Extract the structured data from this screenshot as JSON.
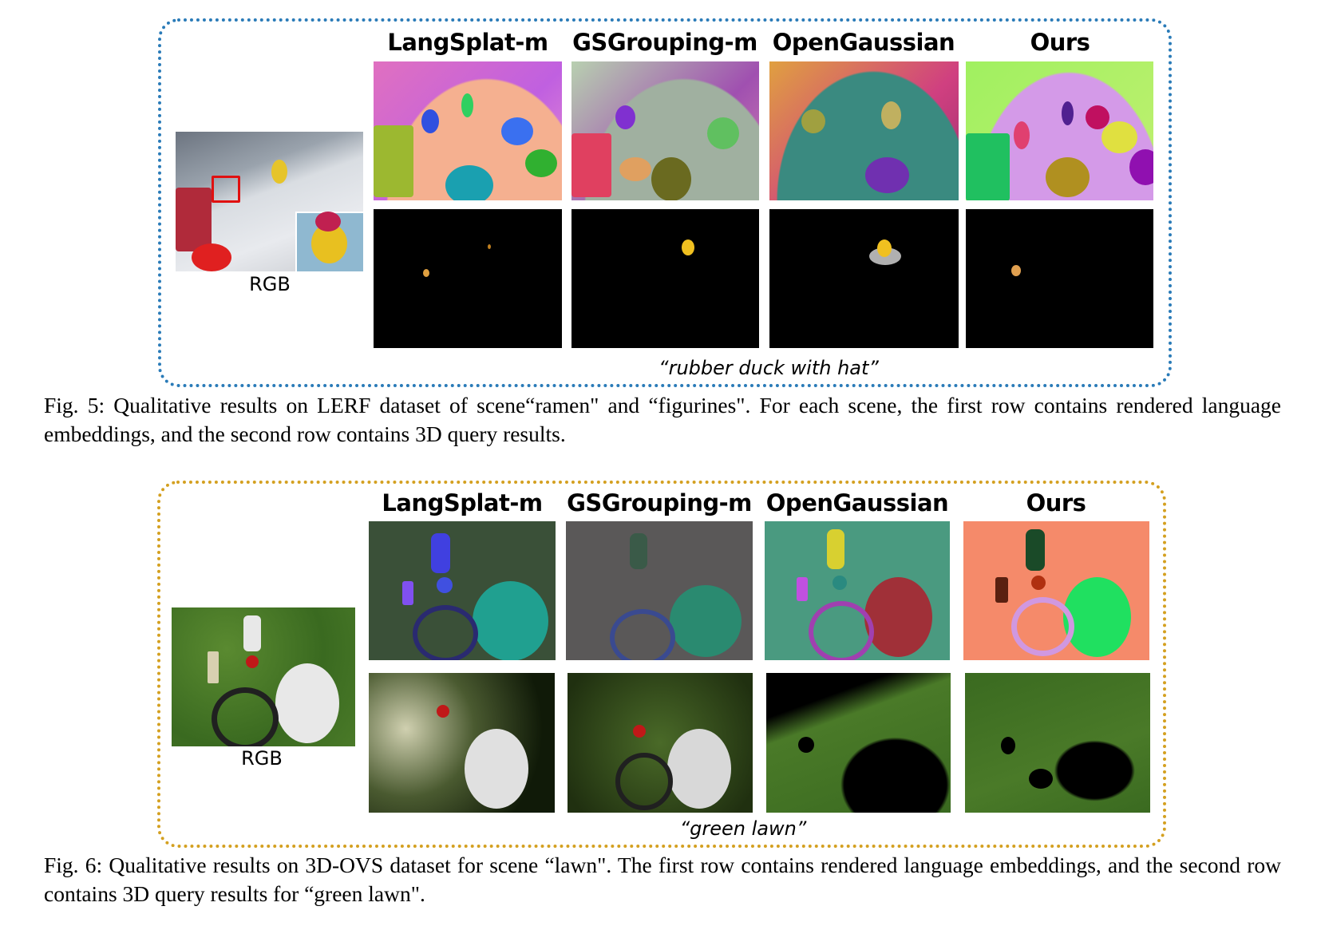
{
  "fig5": {
    "columns": [
      "LangSplat-m",
      "GSGrouping-m",
      "OpenGaussian",
      "Ours"
    ],
    "rgb_label": "RGB",
    "query": "“rubber duck with hat”",
    "caption": "Fig. 5: Qualitative results on LERF dataset of scene“ramen\" and “figurines\". For each scene, the first row contains rendered language embeddings, and the second row contains 3D query results.",
    "border_color": "#2a7bb8"
  },
  "fig6": {
    "columns": [
      "LangSplat-m",
      "GSGrouping-m",
      "OpenGaussian",
      "Ours"
    ],
    "rgb_label": "RGB",
    "query": "“green lawn”",
    "caption": "Fig. 6: Qualitative results on 3D-OVS dataset for scene “lawn\". The first row contains rendered language embeddings, and the second row contains 3D query results for “green lawn\".",
    "border_color": "#d4a020"
  }
}
